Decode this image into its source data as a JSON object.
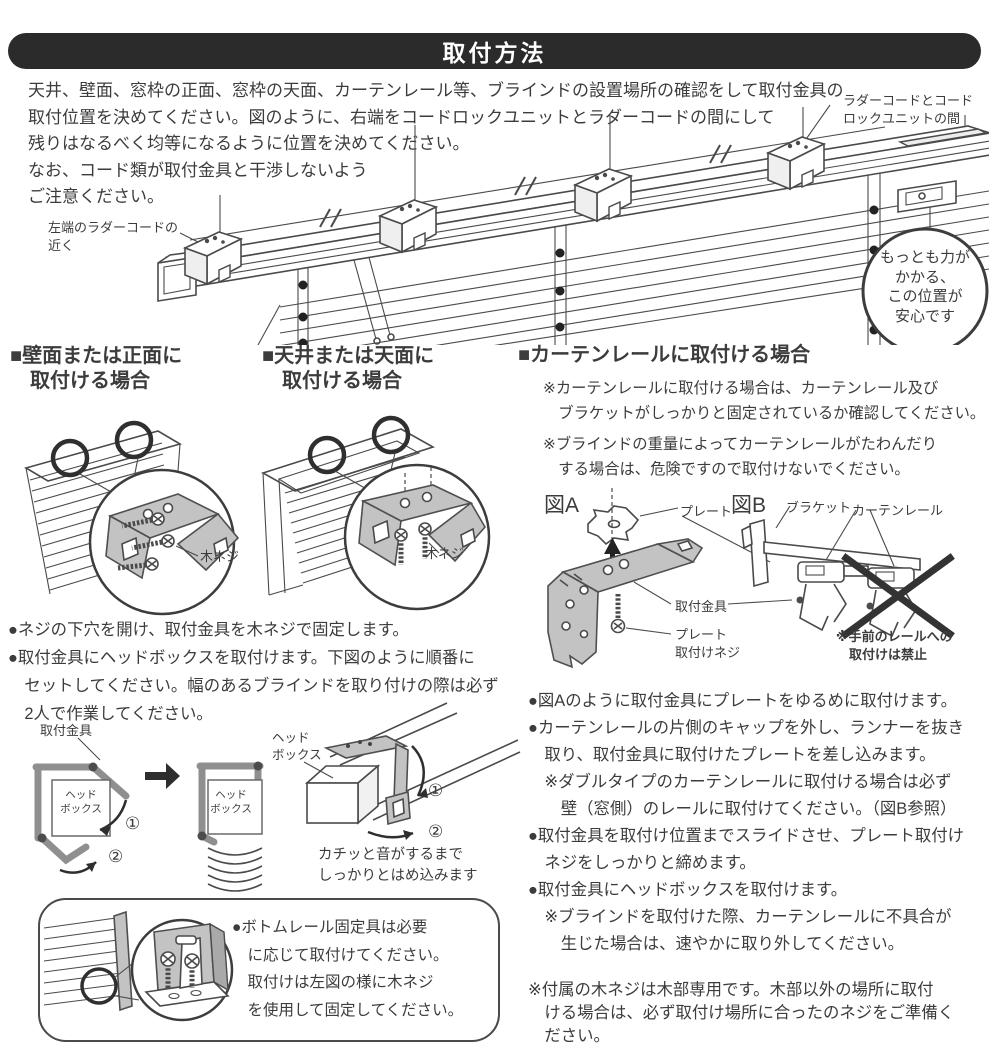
{
  "page_colors": {
    "ink": "#3c3c3c",
    "header_bg": "#2b2b2b",
    "metal_gray": "#c3c3c3"
  },
  "header": {
    "title": "取付方法"
  },
  "intro": {
    "text": "天井、壁面、窓枠の正面、窓枠の天面、カーテンレール等、ブラインドの設置場所の確認をして取付金具の\n取付位置を決めてください。図のように、右端をコードロックユニットとラダーコードの間にして\n残りはなるべく均等になるように位置を決めてください。\nなお、コード類が取付金具と干渉しないよう\nご注意ください。"
  },
  "main_diagram": {
    "label_right": "ラダーコードとコード\nロックユニットの間",
    "label_left": "左端のラダーコードの\n近く",
    "bubble": "もっとも力が\nかかる、\nこの位置が\n安心です"
  },
  "sections": {
    "wall": {
      "heading": "■壁面または正面に\n　取付ける場合",
      "screw_label": "木ネジ"
    },
    "ceiling": {
      "heading": "■天井または天面に\n　取付ける場合",
      "screw_label": "木ネジ"
    },
    "curtain": {
      "heading": "■カーテンレールに取付ける場合",
      "note1": "※カーテンレールに取付ける場合は、カーテンレール及び\n　ブラケットがしっかりと固定されているか確認してください。",
      "note2": "※ブラインドの重量によってカーテンレールがたわんだり\n　する場合は、危険ですので取付けないでください。"
    }
  },
  "left_steps": {
    "bullet1": "●ネジの下穴を開け、取付金具を木ネジで固定します。",
    "bullet2": "●取付金具にヘッドボックスを取付けます。下図のように順番に\n　セットしてください。幅のあるブラインドを取り付けの際は必ず\n　2人で作業してください。"
  },
  "assembly": {
    "bracket_label": "取付金具",
    "headbox_label": "ヘッド\nボックス",
    "step1": "①",
    "step2": "②",
    "caption": "カチッと音がするまで\nしっかりとはめ込みます"
  },
  "fig_diagram": {
    "figA": "図A",
    "figB": "図B",
    "plate": "プレート",
    "bracket": "ブラケット",
    "rail": "カーテンレール",
    "fitting": "取付金具",
    "plate_screw": "プレート\n取付けネジ",
    "forbidden": "※手前のレールへの\n　取付けは禁止"
  },
  "right_steps": {
    "bullet1": "●図Aのように取付金具にプレートをゆるめに取付けます。",
    "bullet2": "●カーテンレールの片側のキャップを外し、ランナーを抜き\n　取り、取付金具に取付けたプレートを差し込みます。\n　※ダブルタイプのカーテンレールに取付ける場合は必ず\n　　壁（窓側）のレールに取付けてください。（図B参照）",
    "bullet3": "●取付金具を取付け位置までスライドさせ、プレート取付け\n　ネジをしっかりと締めます。",
    "bullet4": "●取付金具にヘッドボックスを取付けます。\n　※ブラインドを取付けた際、カーテンレールに不具合が\n　　生じた場合は、速やかに取り外してください。"
  },
  "bottom_box": {
    "text": "●ボトムレール固定具は必要\n　に応じて取付けてください。\n　取付けは左図の様に木ネジ\n　を使用して固定してください。"
  },
  "bottom_note": {
    "text": "※付属の木ネジは木部専用です。木部以外の場所に取付\n　ける場合は、必ず取付け場所に合ったのネジをご準備く\n　ださい。"
  }
}
